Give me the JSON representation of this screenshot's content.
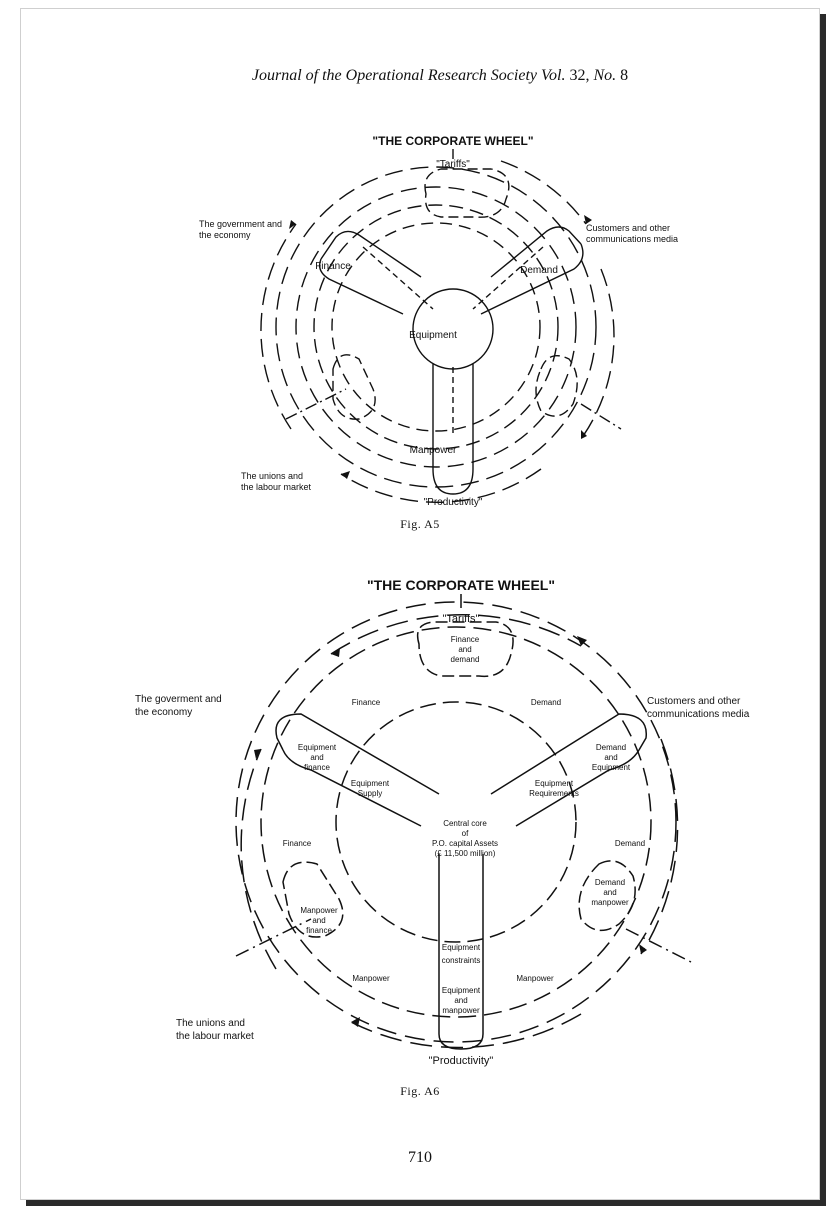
{
  "header": {
    "journal": "Journal of the Operational Research Society",
    "vol_label": "Vol.",
    "volume": "32,",
    "no_label": "No.",
    "number": "8"
  },
  "fig_a5": {
    "title": "\"THE CORPORATE WHEEL\"",
    "tariffs": "\"Tariffs\"",
    "productivity": "\"Productivity\"",
    "gov_line1": "The government and",
    "gov_line2": "the economy",
    "cust_line1": "Customers and other",
    "cust_line2": "communications media",
    "unions_line1": "The unions and",
    "unions_line2": "the labour market",
    "finance": "Finance",
    "demand": "Demand",
    "equipment": "Equipment",
    "manpower": "Manpower",
    "caption": "Fig. A5"
  },
  "fig_a6": {
    "title": "\"THE CORPORATE WHEEL\"",
    "tariffs": "\"Tariffs\"",
    "productivity": "\"Productivity\"",
    "gov_line1": "The goverment and",
    "gov_line2": "the economy",
    "cust_line1": "Customers and other",
    "cust_line2": "communications media",
    "unions_line1": "The unions and",
    "unions_line2": "the labour market",
    "finance_demand_1": "Finance",
    "finance_demand_2": "and",
    "finance_demand_3": "demand",
    "finance_top": "Finance",
    "demand_top": "Demand",
    "equip_fin_1": "Equipment",
    "equip_fin_2": "and",
    "equip_fin_3": "finance",
    "demand_equip_1": "Demand",
    "demand_equip_2": "and",
    "demand_equip_3": "Equipment",
    "equip_supply_1": "Equipment",
    "equip_supply_2": "Supply",
    "equip_req_1": "Equipment",
    "equip_req_2": "Requirements",
    "core_1": "Central core",
    "core_2": "of",
    "core_3": "P.O. capital Assets",
    "core_4": "(£ 11,500 million)",
    "finance_left": "Finance",
    "demand_right": "Demand",
    "man_fin_1": "Manpower",
    "man_fin_2": "and",
    "man_fin_3": "finance",
    "dem_man_1": "Demand",
    "dem_man_2": "and",
    "dem_man_3": "manpower",
    "equip_constraints_1": "Equipment",
    "equip_constraints_2": "constraints",
    "equip_man_1": "Equipment",
    "equip_man_2": "and",
    "equip_man_3": "manpower",
    "manpower_left": "Manpower",
    "manpower_right": "Manpower",
    "caption": "Fig. A6"
  },
  "page_number": "710"
}
